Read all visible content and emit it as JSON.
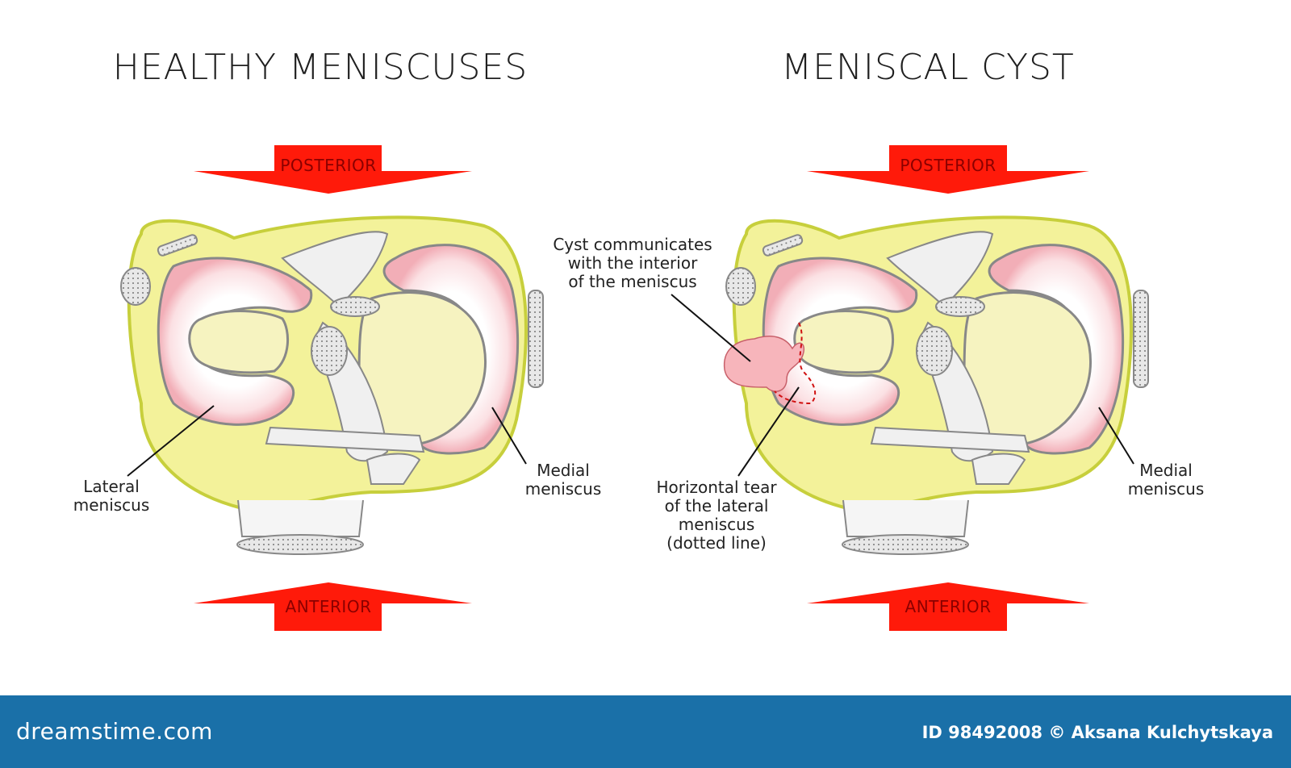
{
  "panels": [
    {
      "title": "HEALTHY MENISCUSES",
      "arrow_top": "POSTERIOR",
      "arrow_bottom": "ANTERIOR",
      "label_lateral": [
        "Lateral",
        "meniscus"
      ],
      "label_medial": [
        "Medial",
        "meniscus"
      ]
    },
    {
      "title": "MENISCAL CYST",
      "arrow_top": "POSTERIOR",
      "arrow_bottom": "ANTERIOR",
      "label_cyst": [
        "Cyst communicates",
        "with the interior",
        "of the meniscus"
      ],
      "label_tear": [
        "Horizontal tear",
        "of the lateral",
        "meniscus",
        "(dotted line)"
      ],
      "label_medial": [
        "Medial",
        "meniscus"
      ]
    }
  ],
  "footer": {
    "brand": "dreamstime.com",
    "credit": "ID 98492008 © Aksana Kulchytskaya"
  },
  "colors": {
    "arrow": "#ff1a0a",
    "plateau_fill": "#f3f29a",
    "plateau_stroke": "#c7cf3c",
    "meniscus_edge": "#f4b8c0",
    "cyst_fill": "#f7b5bb",
    "footer": "#1a70a8"
  }
}
